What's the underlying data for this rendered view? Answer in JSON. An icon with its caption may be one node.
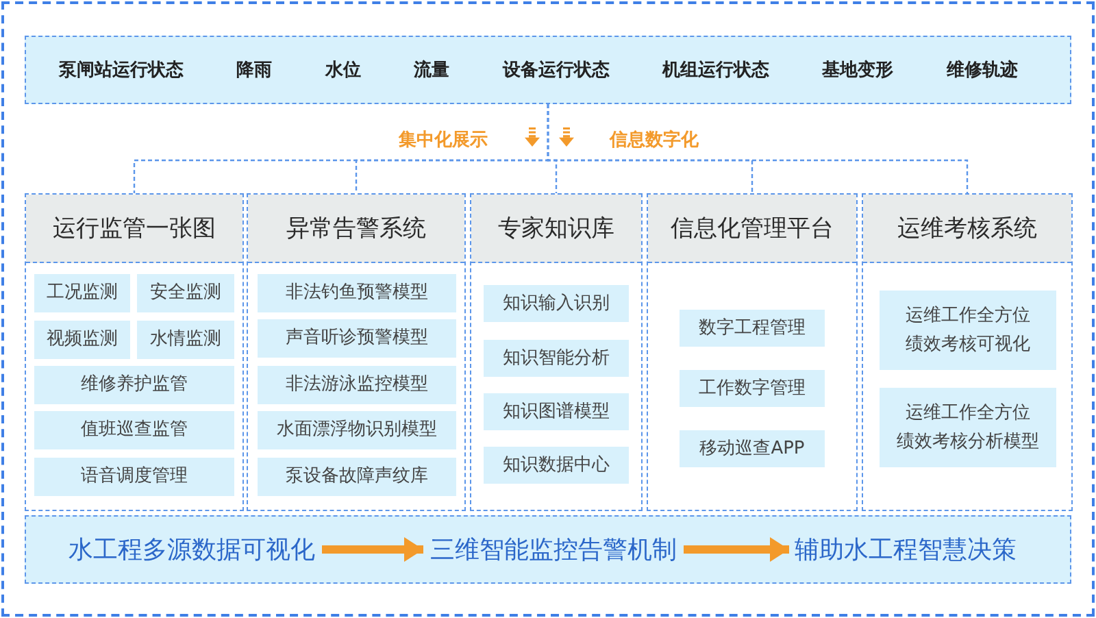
{
  "diagram": {
    "nodes": [
      {
        "text": [
          "泵闸站运行状态",
          "降雨",
          "水位",
          "流量",
          "设备运行状态",
          "机组运行状态",
          "基地变形",
          "维修轨迹"
        ]
      },
      {
        "text": [
          "运行监管一张图"
        ]
      },
      {
        "text": [
          "工况监测"
        ],
        "in": 1
      },
      {
        "text": [
          "安全监测"
        ],
        "in": 1
      },
      {
        "text": [
          "视频监测"
        ],
        "in": 1
      },
      {
        "text": [
          "水情监测"
        ],
        "in": 1
      },
      {
        "text": [
          "维修养护监管"
        ],
        "in": 1
      },
      {
        "text": [
          "值班巡查监管"
        ],
        "in": 1
      },
      {
        "text": [
          "语音调度管理"
        ],
        "in": 1
      },
      {
        "text": [
          "异常告警系统"
        ]
      },
      {
        "text": [
          "非法钓鱼预警模型"
        ],
        "in": 9
      },
      {
        "text": [
          "声音听诊预警模型"
        ],
        "in": 9
      },
      {
        "text": [
          "非法游泳监控模型"
        ],
        "in": 9
      },
      {
        "text": [
          "水面漂浮物识别模型"
        ],
        "in": 9
      },
      {
        "text": [
          "泵设备故障声纹库"
        ],
        "in": 9
      },
      {
        "text": [
          "专家知识库"
        ]
      },
      {
        "text": [
          "知识输入识别"
        ],
        "in": 15
      },
      {
        "text": [
          "知识智能分析"
        ],
        "in": 15
      },
      {
        "text": [
          "知识图谱模型"
        ],
        "in": 15
      },
      {
        "text": [
          "知识数据中心"
        ],
        "in": 15
      },
      {
        "text": [
          "信息化管理平台"
        ]
      },
      {
        "text": [
          "数字工程管理"
        ],
        "in": 20
      },
      {
        "text": [
          "工作数字管理"
        ],
        "in": 20
      },
      {
        "text": [
          "移动巡查APP"
        ],
        "in": 20
      },
      {
        "text": [
          "运维考核系统"
        ]
      },
      {
        "text": [
          "运维工作全方位绩效考核可视化"
        ],
        "in": 24
      },
      {
        "text": [
          "运维工作全方位绩效考核分析模型"
        ],
        "in": 24
      },
      {
        "text": [],
        "shape": "box"
      },
      {
        "text": [
          "水工程多源数据可视化"
        ],
        "in": 27
      },
      {
        "text": [
          "三维智能监控告警机制"
        ],
        "in": 27
      },
      {
        "text": [
          "辅助水工程智慧决策"
        ],
        "in": 27
      }
    ],
    "edges": [
      {
        "from": 0,
        "to": 1,
        "arrow": "none",
        "style": "dashed"
      },
      {
        "from": 0,
        "to": 9,
        "arrow": "none",
        "style": "dashed"
      },
      {
        "from": 0,
        "to": 15,
        "arrow": "none",
        "style": "dashed"
      },
      {
        "from": 0,
        "to": 20,
        "arrow": "none",
        "style": "dashed"
      },
      {
        "from": 0,
        "to": 24,
        "arrow": "none",
        "style": "dashed"
      },
      {
        "from": 28,
        "to": 29,
        "arrow": "to",
        "style": "thick",
        "color": "#f39a2b"
      },
      {
        "from": 29,
        "to": 30,
        "arrow": "to",
        "style": "thick",
        "color": "#f39a2b"
      }
    ],
    "labels": [
      "集中化展示",
      "信息数字化"
    ]
  }
}
